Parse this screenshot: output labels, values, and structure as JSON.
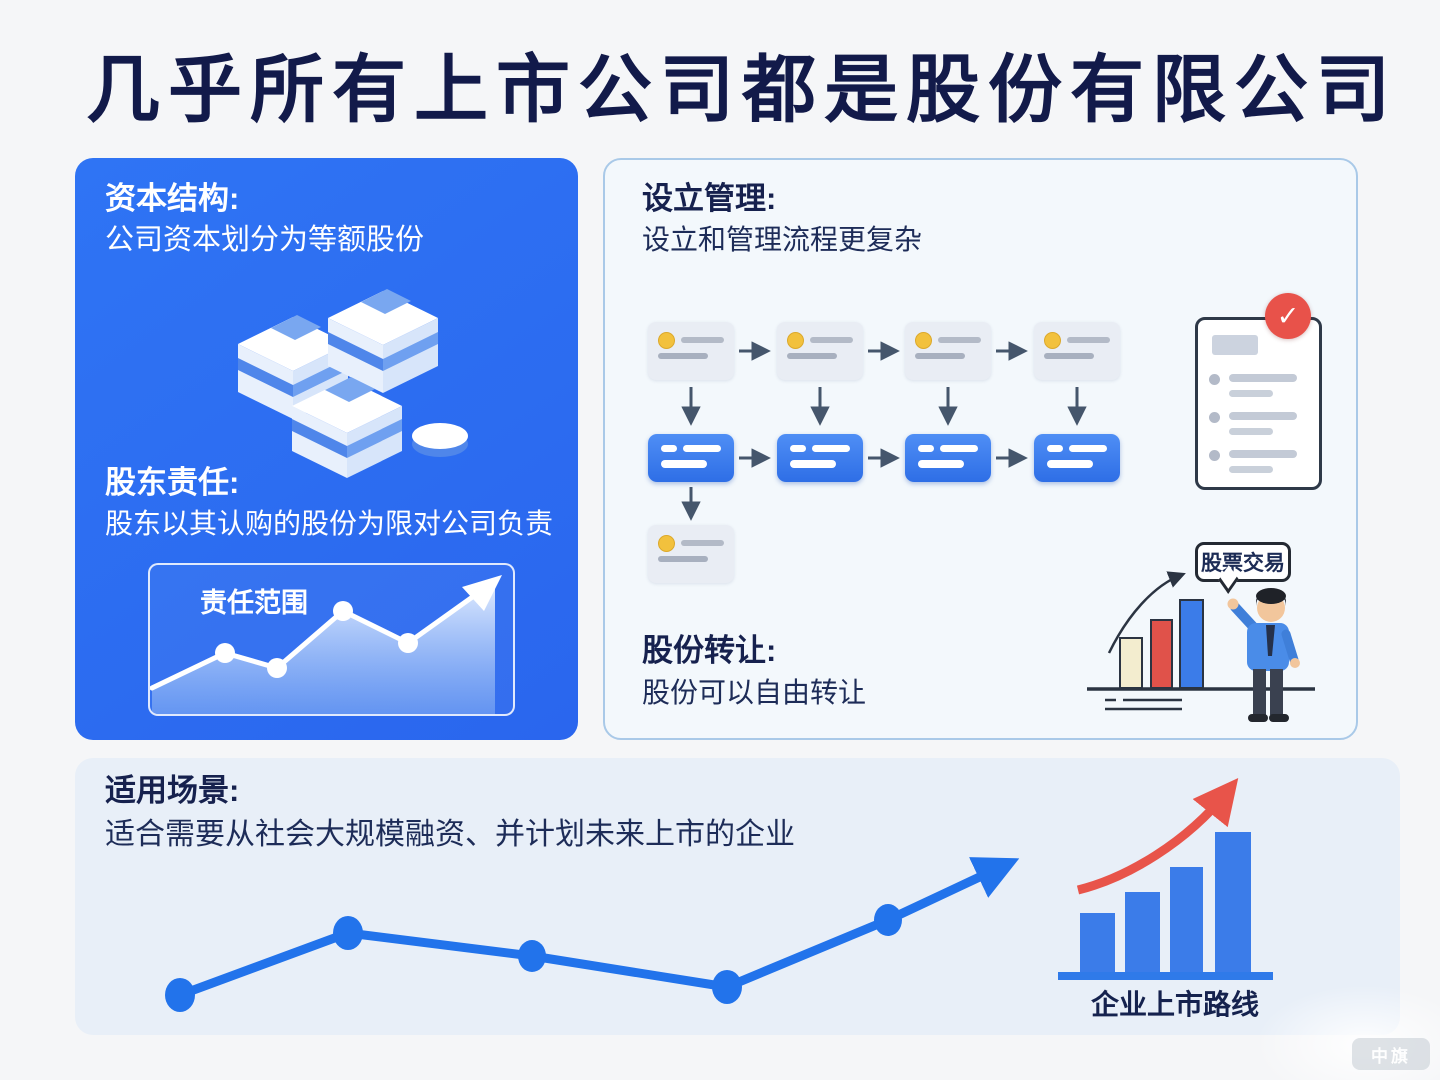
{
  "page": {
    "title": "几乎所有上市公司都是股份有限公司",
    "watermark": "中旗",
    "colors": {
      "panel_blue": "#2a6cf2",
      "accent_red": "#e8544a",
      "line_blue": "#2273eb",
      "bar_blue": "#3b7ce9",
      "dark_navy": "#121a4a",
      "coin_yellow": "#f2c13d"
    }
  },
  "capital_panel": {
    "section1_title": "资本结构:",
    "section1_text": "公司资本划分为等额股份",
    "section2_title": "股东责任:",
    "section2_text": "股东以其认购的股份为限对公司负责",
    "chart_label": "责任范围"
  },
  "management_panel": {
    "section1_title": "设立管理:",
    "section1_text": "设立和管理流程更复杂",
    "section2_title": "股份转让:",
    "section2_text": "股份可以自由转让",
    "speech_bubble_label": "股票交易",
    "check_glyph": "✓"
  },
  "scenario_panel": {
    "title": "适用场景:",
    "text": "适合需要从社会大规模融资、并计划未来上市的企业",
    "bar_chart_caption": "企业上市路线"
  }
}
